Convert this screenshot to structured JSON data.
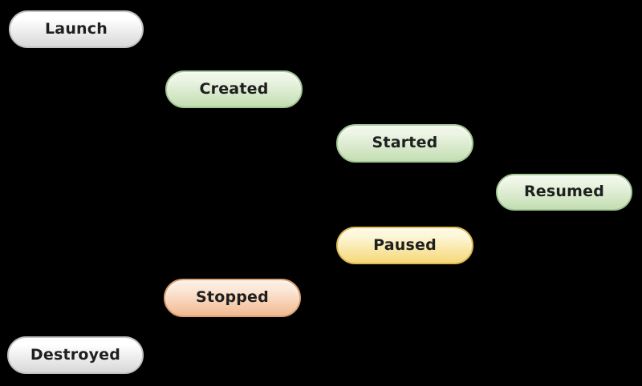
{
  "diagram": {
    "background_color": "#000000",
    "node_text_color": "#1f1f1f",
    "nodes": [
      {
        "id": "launch",
        "label": "Launch",
        "scheme": "gray",
        "fill_top": "#ffffff",
        "fill_bottom": "#d8d8d8",
        "border_color": "#c2c2c2"
      },
      {
        "id": "created",
        "label": "Created",
        "scheme": "green",
        "fill_top": "#eef5e6",
        "fill_bottom": "#c3deb2",
        "border_color": "#a5c795"
      },
      {
        "id": "started",
        "label": "Started",
        "scheme": "green",
        "fill_top": "#eef5e6",
        "fill_bottom": "#c3deb2",
        "border_color": "#a5c795"
      },
      {
        "id": "resumed",
        "label": "Resumed",
        "scheme": "green",
        "fill_top": "#eef5e6",
        "fill_bottom": "#c3deb2",
        "border_color": "#a5c795"
      },
      {
        "id": "paused",
        "label": "Paused",
        "scheme": "yellow",
        "fill_top": "#fdf8db",
        "fill_bottom": "#f6d87a",
        "border_color": "#debb55"
      },
      {
        "id": "stopped",
        "label": "Stopped",
        "scheme": "peach",
        "fill_top": "#fcebdd",
        "fill_bottom": "#f2ba91",
        "border_color": "#daa073"
      },
      {
        "id": "destroyed",
        "label": "Destroyed",
        "scheme": "gray",
        "fill_top": "#ffffff",
        "fill_bottom": "#d8d8d8",
        "border_color": "#c2c2c2"
      }
    ]
  }
}
